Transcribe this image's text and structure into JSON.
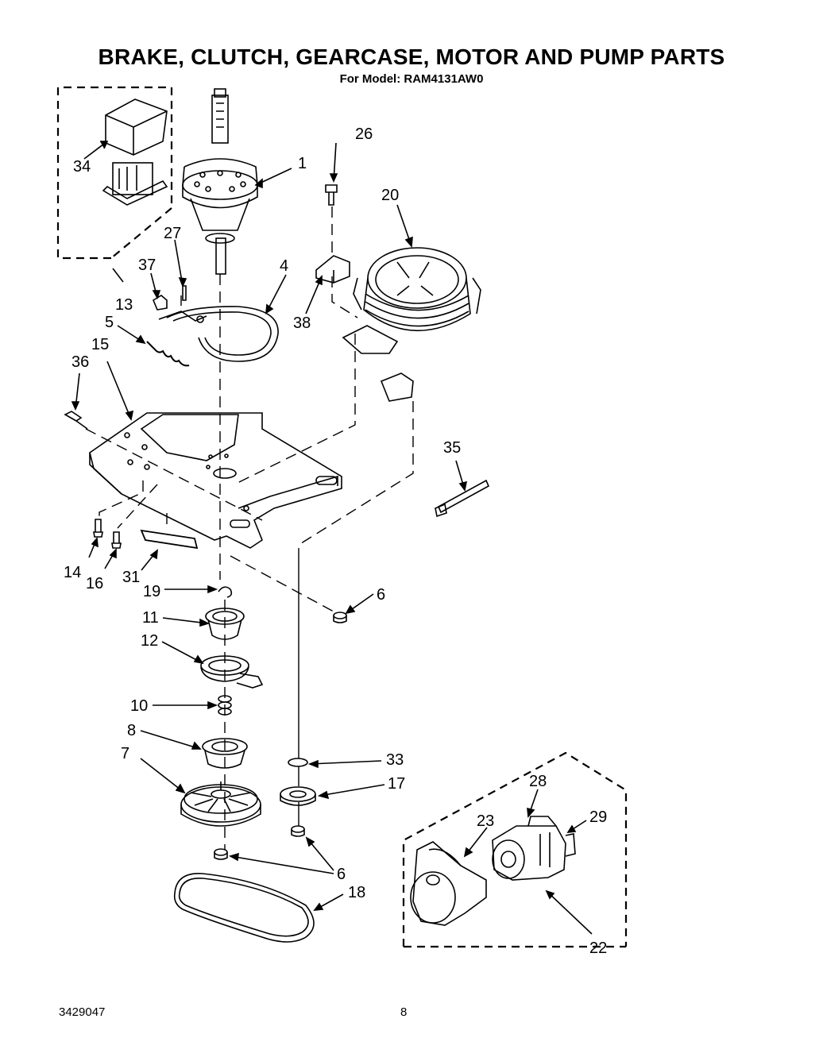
{
  "title": "BRAKE, CLUTCH, GEARCASE, MOTOR AND PUMP PARTS",
  "subtitle": "For Model: RAM4131AW0",
  "footer": {
    "doc_number": "3429047",
    "page_number": "8"
  },
  "callouts": [
    {
      "id": "c1",
      "text": "1"
    },
    {
      "id": "c4",
      "text": "4"
    },
    {
      "id": "c5",
      "text": "5"
    },
    {
      "id": "c6a",
      "text": "6"
    },
    {
      "id": "c6b",
      "text": "6"
    },
    {
      "id": "c7",
      "text": "7"
    },
    {
      "id": "c8",
      "text": "8"
    },
    {
      "id": "c10",
      "text": "10"
    },
    {
      "id": "c11",
      "text": "11"
    },
    {
      "id": "c12",
      "text": "12"
    },
    {
      "id": "c13",
      "text": "13"
    },
    {
      "id": "c14",
      "text": "14"
    },
    {
      "id": "c15",
      "text": "15"
    },
    {
      "id": "c16",
      "text": "16"
    },
    {
      "id": "c17",
      "text": "17"
    },
    {
      "id": "c18",
      "text": "18"
    },
    {
      "id": "c19",
      "text": "19"
    },
    {
      "id": "c20",
      "text": "20"
    },
    {
      "id": "c22",
      "text": "22"
    },
    {
      "id": "c23",
      "text": "23"
    },
    {
      "id": "c26",
      "text": "26"
    },
    {
      "id": "c27",
      "text": "27"
    },
    {
      "id": "c28",
      "text": "28"
    },
    {
      "id": "c29",
      "text": "29"
    },
    {
      "id": "c31",
      "text": "31"
    },
    {
      "id": "c33",
      "text": "33"
    },
    {
      "id": "c34",
      "text": "34"
    },
    {
      "id": "c35",
      "text": "35"
    },
    {
      "id": "c36",
      "text": "36"
    },
    {
      "id": "c37",
      "text": "37"
    },
    {
      "id": "c38",
      "text": "38"
    }
  ]
}
